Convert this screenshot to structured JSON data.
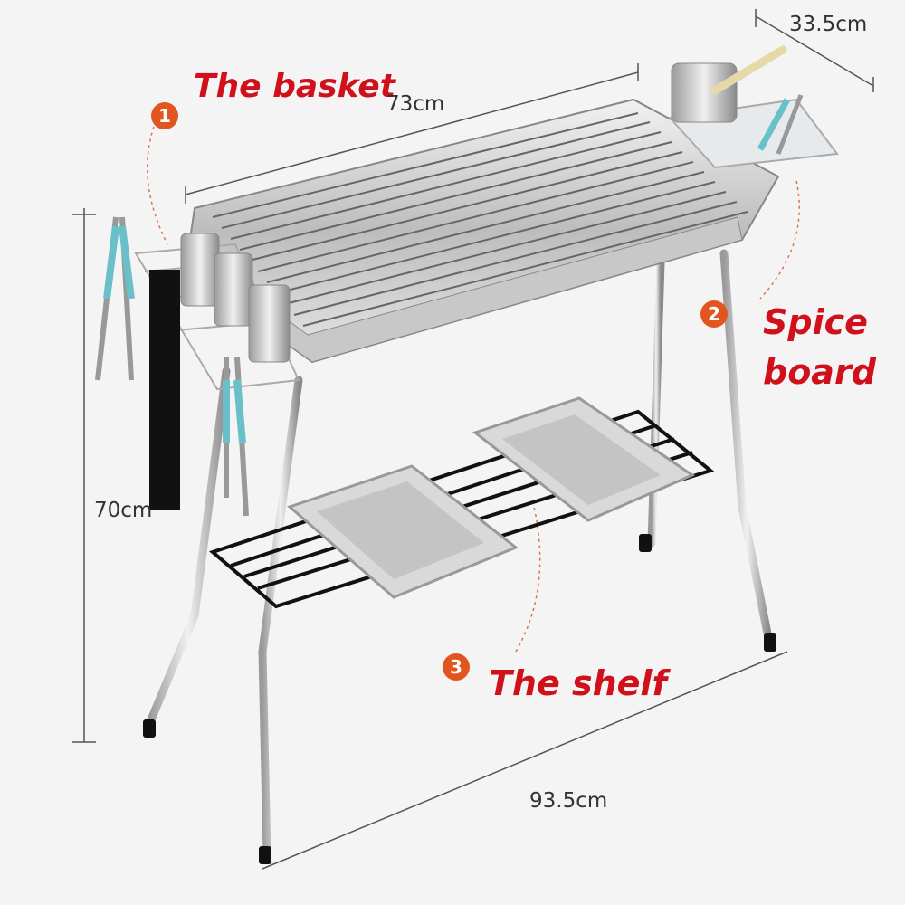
{
  "image": {
    "subject": "Stainless steel portable folding barbecue grill with labeled parts and dimensions",
    "background_color": "#f4f4f4",
    "label_color": "#d0101a",
    "badge_color": "#e3551e"
  },
  "callouts": [
    {
      "number": "1",
      "label": "The basket"
    },
    {
      "number": "2",
      "label_line1": "Spice",
      "label_line2": "board"
    },
    {
      "number": "3",
      "label": "The shelf"
    }
  ],
  "dimensions": {
    "length_top": "73cm",
    "width_top": "33.5cm",
    "height": "70cm",
    "length_base": "93.5cm"
  }
}
